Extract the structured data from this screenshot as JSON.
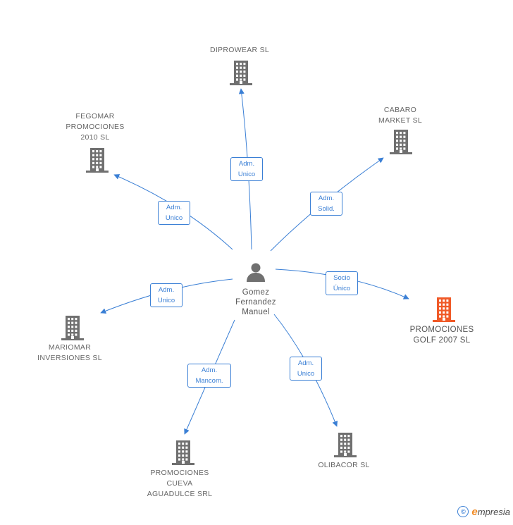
{
  "center": {
    "label": "Gomez\nFernandez\nManuel"
  },
  "nodes": [
    {
      "id": "diprowear",
      "label": "DIPROWEAR  SL",
      "accent": false
    },
    {
      "id": "fegomar",
      "label": "FEGOMAR\nPROMOCIONES\n2010 SL",
      "accent": false
    },
    {
      "id": "cabaro",
      "label": "CABARO\nMARKET  SL",
      "accent": false
    },
    {
      "id": "mariomar",
      "label": "MARIOMAR\nINVERSIONES SL",
      "accent": false
    },
    {
      "id": "promociones-golf",
      "label": "PROMOCIONES\nGOLF 2007 SL",
      "accent": true
    },
    {
      "id": "promociones-cueva",
      "label": "PROMOCIONES\nCUEVA\nAGUADULCE SRL",
      "accent": false
    },
    {
      "id": "olibacor",
      "label": "OLIBACOR SL",
      "accent": false
    }
  ],
  "edges": [
    {
      "to": "diprowear",
      "label": "Adm.\nUnico"
    },
    {
      "to": "fegomar",
      "label": "Adm.\nUnico"
    },
    {
      "to": "cabaro",
      "label": "Adm.\nSolid."
    },
    {
      "to": "mariomar",
      "label": "Adm.\nUnico"
    },
    {
      "to": "promociones-golf",
      "label": "Socio\nÚnico"
    },
    {
      "to": "promociones-cueva",
      "label": "Adm.\nMancom."
    },
    {
      "to": "olibacor",
      "label": "Adm.\nUnico"
    }
  ],
  "colors": {
    "edge": "#3a7fd5",
    "building": "#707070",
    "accent_building": "#f05a28"
  },
  "icons": {
    "person": "person-icon",
    "company": "building-icon"
  },
  "footer": {
    "copyright_symbol": "©",
    "brand_initial": "e",
    "brand_rest": "mpresia"
  }
}
